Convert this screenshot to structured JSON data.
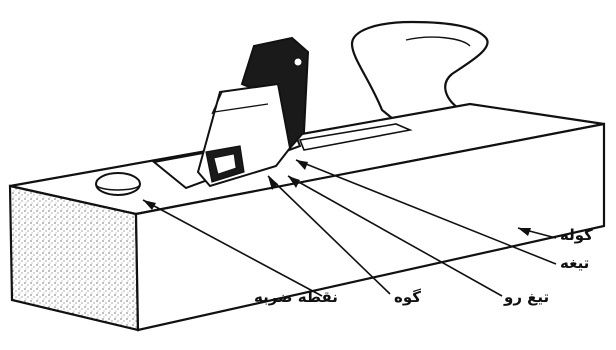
{
  "colors": {
    "ink": "#111111",
    "paper": "#ffffff",
    "blade": "#1a1a1a"
  },
  "labels": {
    "body": "کوله",
    "blade": "تیغه",
    "cap_iron": "تیغ رو",
    "wedge": "گوه",
    "strike_point": "نقطه ضربه"
  }
}
